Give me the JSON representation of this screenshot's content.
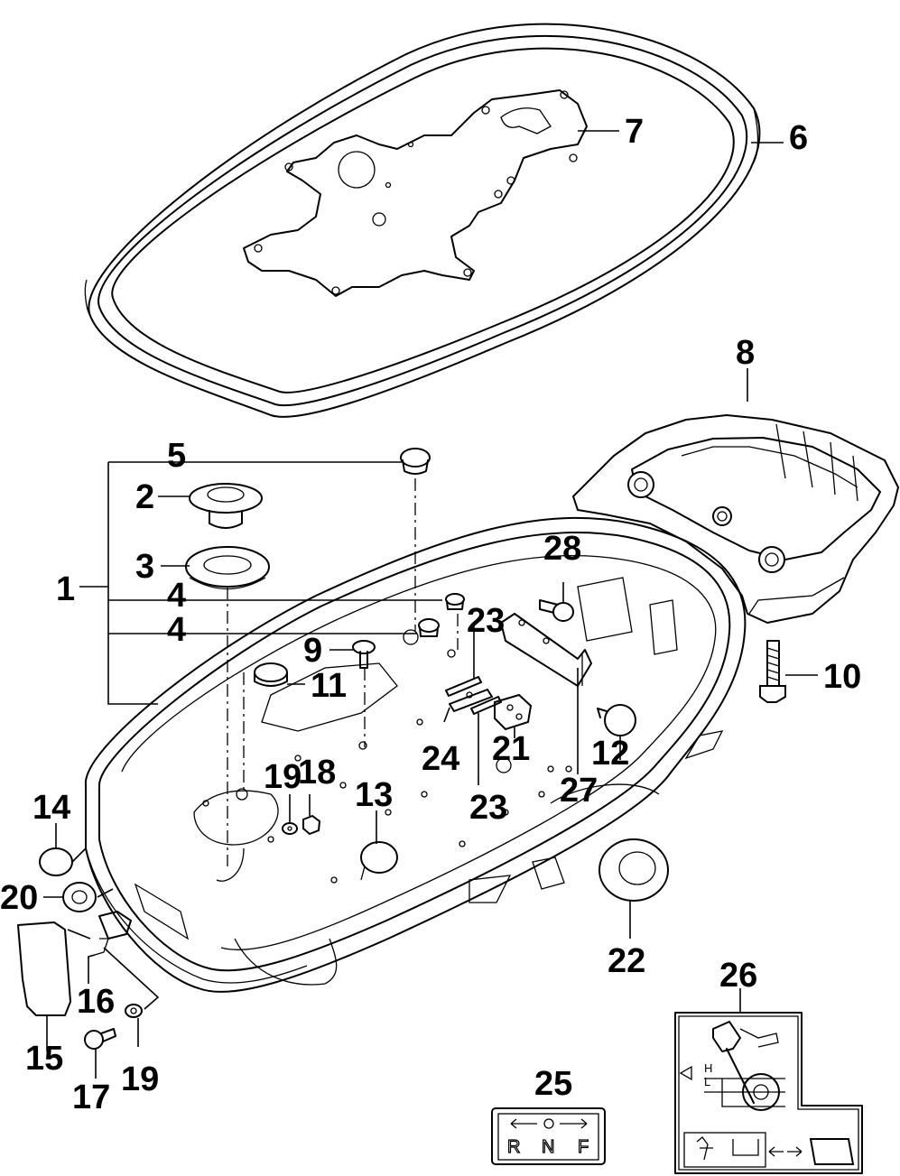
{
  "callouts": [
    "1",
    "2",
    "3",
    "4",
    "4",
    "5",
    "6",
    "7",
    "8",
    "9",
    "10",
    "11",
    "12",
    "13",
    "14",
    "15",
    "16",
    "17",
    "18",
    "19",
    "19",
    "20",
    "21",
    "22",
    "23",
    "23",
    "24",
    "25",
    "26",
    "27",
    "28"
  ],
  "decal_25": {
    "letters": [
      "R",
      "N",
      "F"
    ]
  },
  "decal_26": {
    "levels": [
      "H",
      "L"
    ]
  }
}
